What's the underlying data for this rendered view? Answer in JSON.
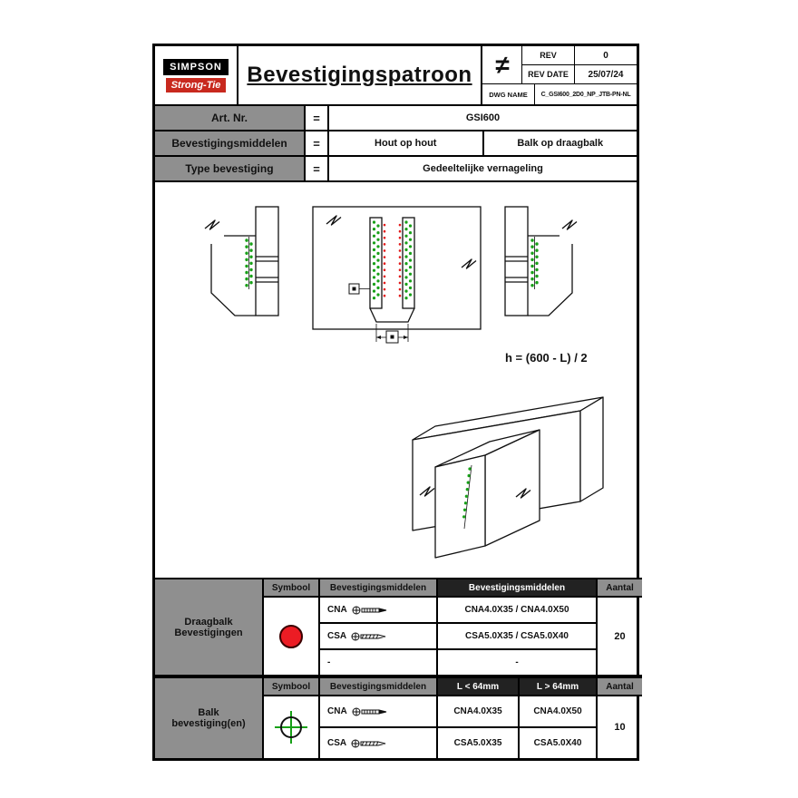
{
  "header": {
    "logo_line1": "SIMPSON",
    "logo_line2": "Strong-Tie",
    "title": "Bevestigingspatroon",
    "neq_symbol": "≠",
    "rev_label": "REV",
    "rev_value": "0",
    "rev_date_label": "REV DATE",
    "rev_date_value": "25/07/24",
    "dwg_name_label": "DWG NAME",
    "dwg_name_value": "C_GSI600_2D0_NP_JTB-PN-NL"
  },
  "info": {
    "rows": [
      {
        "label": "Art. Nr.",
        "eq": "=",
        "values": [
          "GSI600"
        ]
      },
      {
        "label": "Bevestigingsmiddelen",
        "eq": "=",
        "values": [
          "Hout op hout",
          "Balk op draagbalk"
        ]
      },
      {
        "label": "Type bevestiging",
        "eq": "=",
        "values": [
          "Gedeeltelijke vernageling"
        ]
      }
    ]
  },
  "drawing": {
    "formula": "h = (600 - L) / 2"
  },
  "table_draagbalk": {
    "row_label": "Draagbalk Bevestigingen",
    "headers": [
      "Symbool",
      "Bevestigingsmiddelen",
      "Bevestigingsmiddelen",
      "Aantal"
    ],
    "rows": [
      {
        "type": "CNA",
        "spec": "CNA4.0X35 / CNA4.0X50"
      },
      {
        "type": "CSA",
        "spec": "CSA5.0X35 / CSA5.0X40"
      },
      {
        "type": "-",
        "spec": "-"
      }
    ],
    "aantal": "20"
  },
  "table_balk": {
    "row_label": "Balk bevestiging(en)",
    "headers": [
      "Symbool",
      "Bevestigingsmiddelen",
      "L < 64mm",
      "L > 64mm",
      "Aantal"
    ],
    "rows": [
      {
        "type": "CNA",
        "l_small": "CNA4.0X35",
        "l_large": "CNA4.0X50"
      },
      {
        "type": "CSA",
        "l_small": "CSA5.0X35",
        "l_large": "CSA5.0X40"
      }
    ],
    "aantal": "10"
  },
  "colors": {
    "red": "#ec1c24",
    "green": "#18a018",
    "gray": "#8f8f8f",
    "dark_header": "#222222"
  }
}
